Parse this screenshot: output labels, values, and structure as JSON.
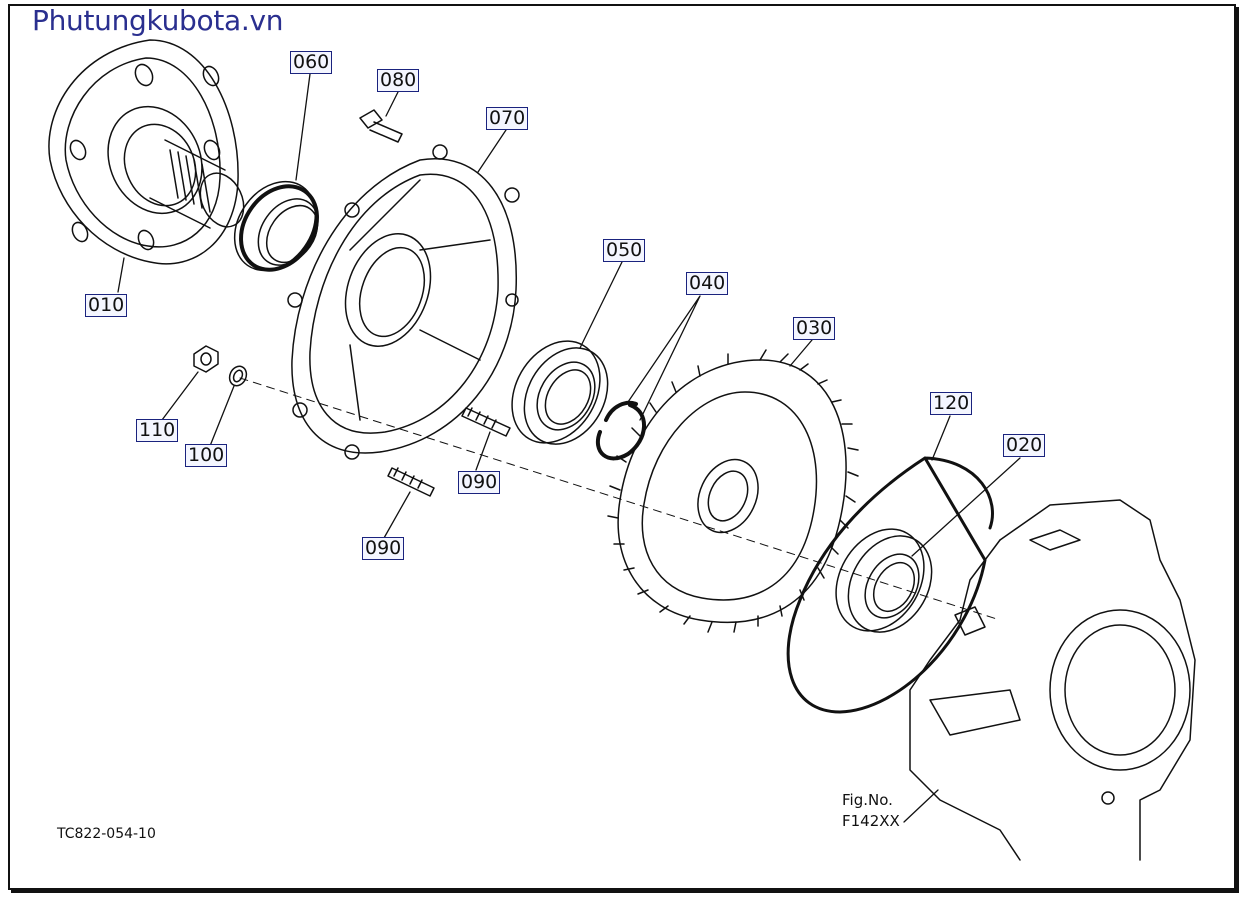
{
  "watermark": "Phutungkubota.vn",
  "drawing_code": "TC822-054-10",
  "figure": {
    "line1": "Fig.No.",
    "line2": "F142XX"
  },
  "parts": [
    "010",
    "060",
    "080",
    "070",
    "050",
    "040",
    "030",
    "120",
    "020",
    "110",
    "100",
    "090",
    "090"
  ],
  "colors": {
    "label_border": "#1a237e",
    "label_fill": "#f4f6ff",
    "watermark": "#2a2f8f"
  }
}
